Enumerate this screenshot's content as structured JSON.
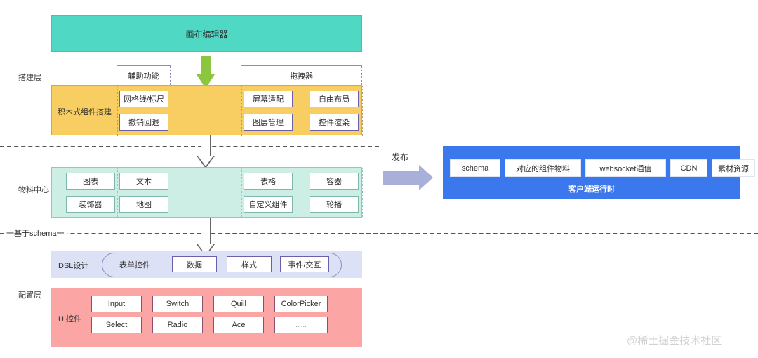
{
  "diagram": {
    "title_bar": {
      "label": "画布编辑器"
    },
    "side_labels": {
      "build_layer": "搭建层",
      "material_center": "物料中心",
      "config_layer": "配置层"
    },
    "rules": {
      "schema_rule_label": "一基于schema一"
    },
    "build_section": {
      "band_label": "积木式组件搭建",
      "groups": [
        {
          "title": "辅助功能",
          "items": [
            "网格线/标尺",
            "撤销回退"
          ]
        },
        {
          "title": "拖拽器",
          "items": [
            "屏幕适配",
            "自由布局",
            "图层管理",
            "控件渲染"
          ]
        }
      ],
      "chips": {
        "grid_ruler": "网格线/标尺",
        "undo": "撤销回退",
        "screen_adapt": "屏幕适配",
        "free_layout": "自由布局",
        "layer_manage": "图层管理",
        "widget_render": "控件渲染"
      }
    },
    "material_section": {
      "chips": {
        "chart": "图表",
        "text": "文本",
        "decorator": "装饰器",
        "map": "地图",
        "table": "表格",
        "container": "容器",
        "custom_component": "自定义组件",
        "carousel": "轮播"
      }
    },
    "dsl_section": {
      "band_label": "DSL设计",
      "chips": {
        "form_widget": "表单控件",
        "data": "数据",
        "style": "样式",
        "event_interaction": "事件/交互"
      }
    },
    "ui_section": {
      "band_label": "UI控件",
      "chips": {
        "input": "Input",
        "switch": "Switch",
        "quill": "Quill",
        "colorpicker": "ColorPicker",
        "select": "Select",
        "radio": "Radio",
        "ace": "Ace",
        "more": "......"
      }
    },
    "publish": {
      "label": "发布",
      "runtime_caption": "客户端运行时",
      "chips": {
        "schema": "schema",
        "component_material": "对应的组件物料",
        "websocket": "websocket通信",
        "cdn": "CDN",
        "assets": "素材资源"
      }
    },
    "watermark": {
      "text": "@稀土掘金技术社区"
    },
    "colors": {
      "teal": "#4FD9C4",
      "yellow": "#F8CE63",
      "mint": "#CCEEE4",
      "lavender": "#DDE1F5",
      "pink": "#FBA5A5",
      "blue": "#3B77ED",
      "green_arrow": "#8CC63F",
      "publish_arrow": "#A8AFD8"
    }
  }
}
